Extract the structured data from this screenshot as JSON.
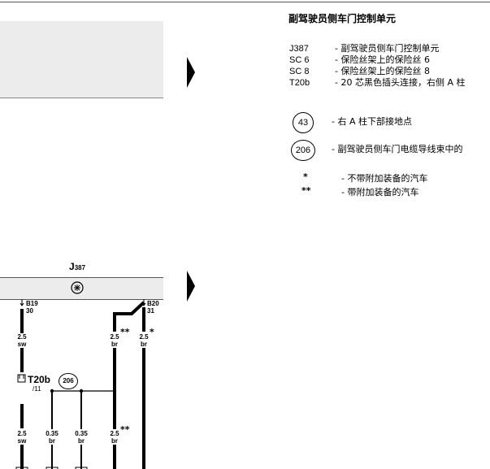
{
  "header": {
    "title": "副驾驶员侧车门控制单元"
  },
  "legend": {
    "items": [
      {
        "code": "J387",
        "desc": "- 副驾驶员侧车门控制单元"
      },
      {
        "code": "SC 6",
        "desc": "- 保险丝架上的保险丝 6"
      },
      {
        "code": "SC 8",
        "desc": "- 保险丝架上的保险丝 8"
      },
      {
        "code": "T20b",
        "desc": "- 20 芯黑色插头连接，右侧 A 柱"
      }
    ],
    "ground_points": [
      {
        "code": "43",
        "desc": "- 右 A 柱下部接地点"
      },
      {
        "code": "206",
        "desc": "- 副驾驶员侧车门电缆导线束中的"
      }
    ],
    "notes": [
      {
        "mark": "*",
        "desc": "- 不带附加装备的汽车"
      },
      {
        "mark": "**",
        "desc": "- 带附加装备的汽车"
      }
    ]
  },
  "diagram": {
    "component": "J387",
    "component_sub": "387",
    "pins": [
      {
        "id": "B19",
        "num": "30"
      },
      {
        "id": "B20",
        "num": "31"
      }
    ],
    "wires_top": [
      {
        "size": "2.5",
        "color": "sw",
        "mark": ""
      },
      {
        "size": "2.5",
        "color": "br",
        "mark": "**"
      },
      {
        "size": "2.5",
        "color": "br",
        "mark": "*"
      }
    ],
    "connector": {
      "name": "T20b",
      "pin": "/11"
    },
    "splice": "206",
    "wires_bottom": [
      {
        "size": "2.5",
        "color": "sw",
        "mark": ""
      },
      {
        "size": "0.35",
        "color": "br",
        "mark": ""
      },
      {
        "size": "0.35",
        "color": "br",
        "mark": ""
      },
      {
        "size": "2.5",
        "color": "br",
        "mark": "**"
      }
    ]
  }
}
